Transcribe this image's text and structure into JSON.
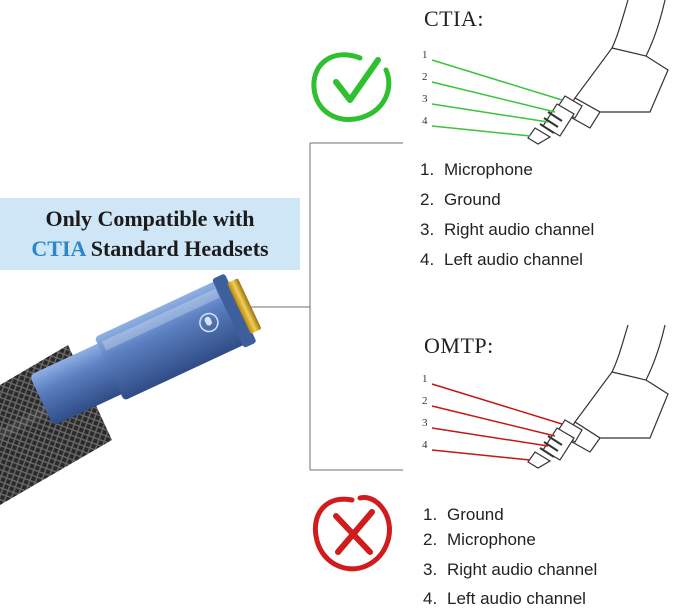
{
  "banner": {
    "line1": "Only Compatible with",
    "line2_accent": "CTIA",
    "line2_rest": "Standard Headsets"
  },
  "ctia": {
    "title": "CTIA:",
    "status_icon": "check-mark-icon",
    "color": "#3cc23c",
    "pins": [
      "1",
      "2",
      "3",
      "4"
    ],
    "list": [
      {
        "num": "1.",
        "label": "Microphone"
      },
      {
        "num": "2.",
        "label": "Ground"
      },
      {
        "num": "3.",
        "label": "Right audio channel"
      },
      {
        "num": "4.",
        "label": "Left audio channel"
      }
    ]
  },
  "omtp": {
    "title": "OMTP:",
    "status_icon": "cross-mark-icon",
    "color": "#c41818",
    "pins": [
      "1",
      "2",
      "3",
      "4"
    ],
    "list": [
      {
        "num": "1.",
        "label": "Ground"
      },
      {
        "num": "2.",
        "label": "Microphone"
      },
      {
        "num": "3.",
        "label": "Right audio channel"
      },
      {
        "num": "4.",
        "label": "Left audio channel"
      }
    ]
  },
  "colors": {
    "banner_bg": "#cfe6f7",
    "accent": "#2c86c9",
    "connector": "#4d6fb0"
  }
}
